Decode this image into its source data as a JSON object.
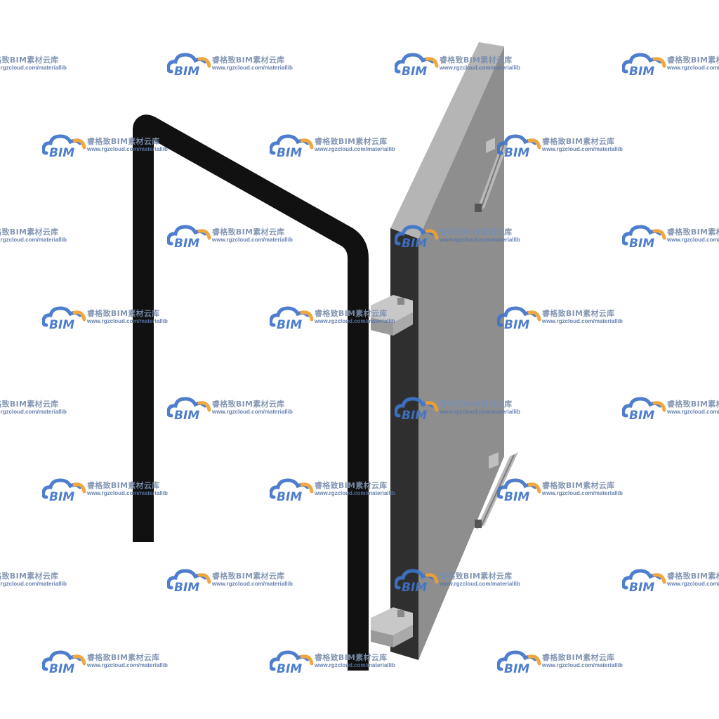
{
  "watermark": {
    "title": "睿格致BIM素材云库",
    "url": "www.rgzcloud.com/materiallib",
    "logo_text": "BIM"
  },
  "colors": {
    "frame": "#111111",
    "door_face": "#8a8a8a",
    "door_top": "#b5b5b5",
    "door_edge": "#2f2f2f",
    "hardware": "#bdbdbd",
    "watermark_blue": "#3f74c9",
    "watermark_orange": "#f0a030"
  },
  "icons": [
    "bim-cloud-logo"
  ]
}
